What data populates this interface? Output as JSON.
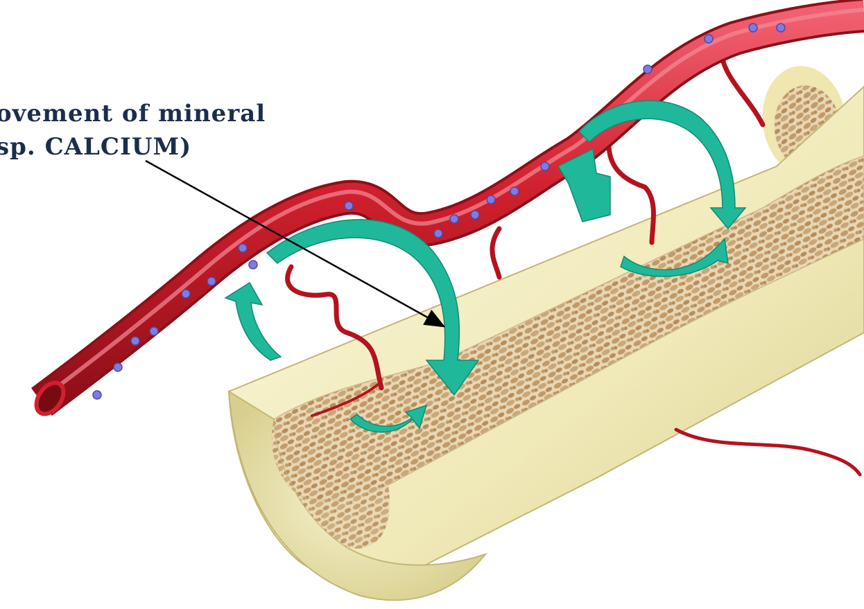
{
  "annotation": {
    "lines": [
      "ovement  of mineral",
      "sp. CALCIUM)"
    ]
  },
  "colors": {
    "vessel": "#d0202e",
    "vessel_dark": "#8e0f18",
    "vessel_highlight": "#f06070",
    "blood_cell": "#7f7be0",
    "bone_shell": "#f3eec0",
    "bone_shell_dark": "#d8cf8e",
    "spongy_bone": "#c9a779",
    "arrow": "#1fb89a",
    "label_text": "#1c2e4a",
    "pointer_line": "#000000"
  },
  "icons": [
    "blood-vessel",
    "long-bone-cross-section",
    "calcium-flow-arrow"
  ]
}
